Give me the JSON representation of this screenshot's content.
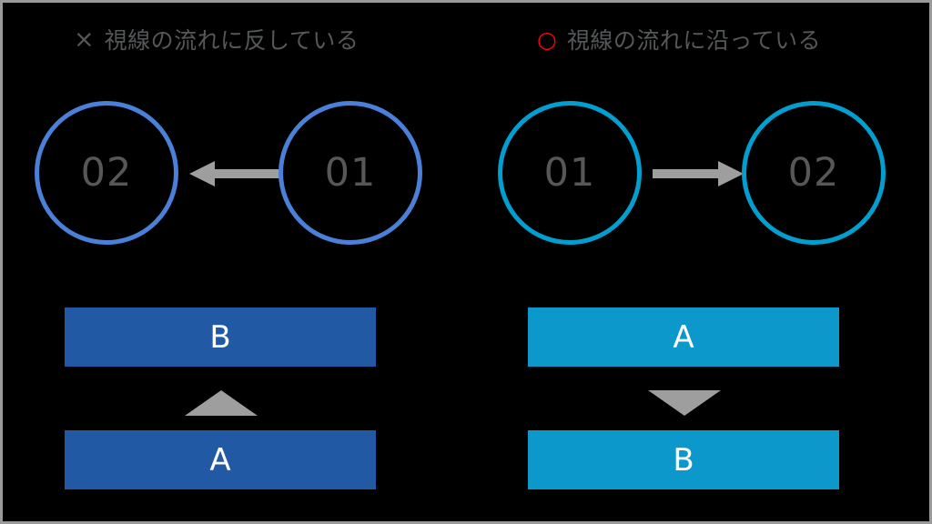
{
  "canvas": {
    "background": "#000000",
    "border_color": "#9a9a9a"
  },
  "colors": {
    "bad_accent": "#4a80d8",
    "bad_bar": "#2259a4",
    "good_accent": "#009fcf",
    "good_bar": "#0d98cb",
    "text_gray": "#555759",
    "arrow_gray": "#9e9e9e",
    "mark_red": "#ff0000",
    "bar_label": "#ffffff"
  },
  "panels": [
    {
      "id": "bad",
      "mark": "×",
      "mark_name": "cross-mark-icon",
      "mark_color": "#555759",
      "title": "視線の流れに反している",
      "circles": [
        {
          "label": "02"
        },
        {
          "label": "01"
        }
      ],
      "arrow_direction": "left",
      "arrow_name": "left-arrow-icon",
      "bars": [
        {
          "label": "B"
        },
        {
          "label": "A"
        }
      ],
      "triangle_direction": "up",
      "triangle_name": "up-triangle-icon"
    },
    {
      "id": "good",
      "mark": "○",
      "mark_name": "circle-mark-icon",
      "mark_color": "#ff0000",
      "title": "視線の流れに沿っている",
      "circles": [
        {
          "label": "01"
        },
        {
          "label": "02"
        }
      ],
      "arrow_direction": "right",
      "arrow_name": "right-arrow-icon",
      "bars": [
        {
          "label": "A"
        },
        {
          "label": "B"
        }
      ],
      "triangle_direction": "down",
      "triangle_name": "down-triangle-icon"
    }
  ]
}
